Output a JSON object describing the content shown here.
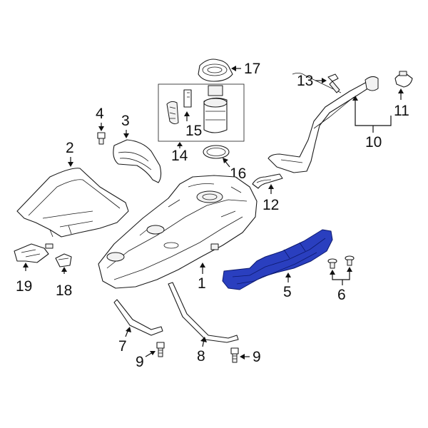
{
  "callouts": {
    "c1": "1",
    "c2": "2",
    "c3": "3",
    "c4": "4",
    "c5": "5",
    "c6": "6",
    "c7": "7",
    "c8": "8",
    "c9a": "9",
    "c9b": "9",
    "c10": "10",
    "c11": "11",
    "c12": "12",
    "c13": "13",
    "c14": "14",
    "c15": "15",
    "c16": "16",
    "c17": "17",
    "c18": "18",
    "c19": "19"
  },
  "colors": {
    "highlight": "#2a3fbf",
    "line": "#1a1a1a"
  }
}
